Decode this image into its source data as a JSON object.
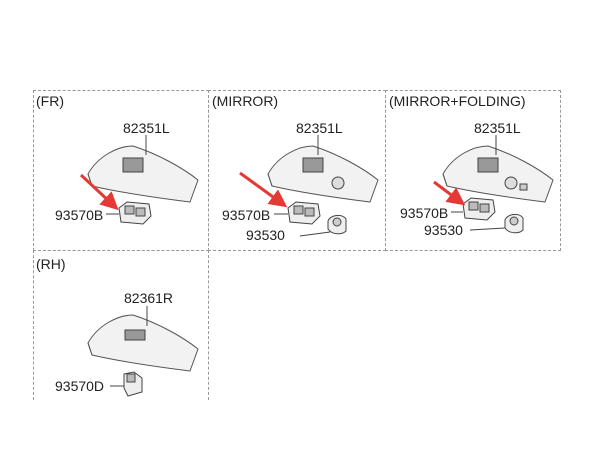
{
  "sections": [
    {
      "title": "(FR)",
      "trim_part": "82351L",
      "parts": [
        "93570B"
      ]
    },
    {
      "title": "(MIRROR)",
      "trim_part": "82351L",
      "parts": [
        "93570B",
        "93530"
      ]
    },
    {
      "title": "(MIRROR+FOLDING)",
      "trim_part": "82351L",
      "parts": [
        "93570B",
        "93530"
      ]
    },
    {
      "title": "(RH)",
      "trim_part": "82361R",
      "parts": [
        "93570D"
      ]
    }
  ],
  "colors": {
    "arrow": "#e53935",
    "border": "#999999",
    "part_fill": "#eeeeee"
  }
}
